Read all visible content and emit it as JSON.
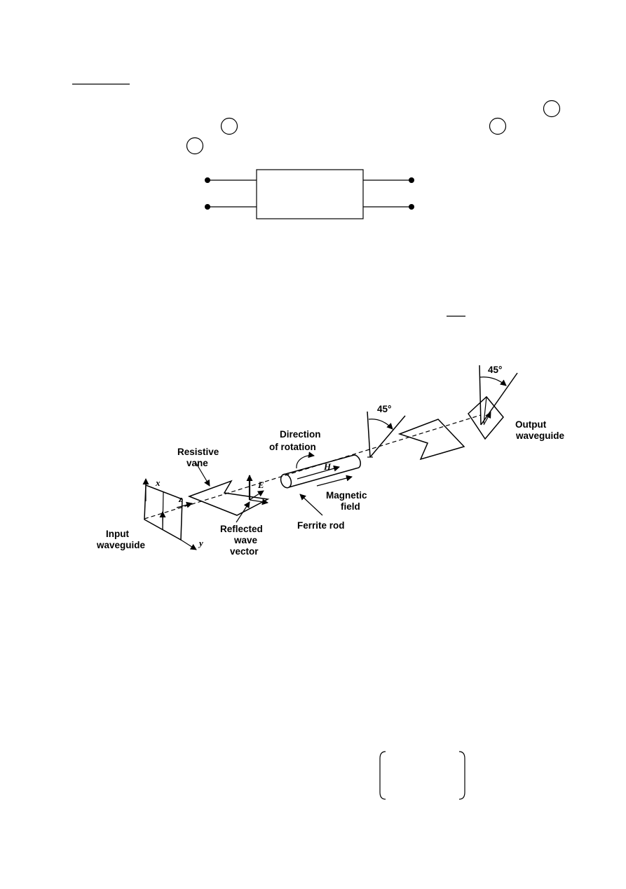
{
  "diagram": {
    "labels": {
      "resistive_vane": [
        "Resistive",
        "vane"
      ],
      "direction_of_rotation": [
        "Direction",
        "of rotation"
      ],
      "h_field": "H",
      "e_field": "E",
      "magnetic_field": [
        "Magnetic",
        "field"
      ],
      "ferrite_rod": "Ferrite rod",
      "reflected_wave_vector": [
        "Reflected",
        "wave",
        "vector"
      ],
      "input_waveguide": [
        "Input",
        "waveguide"
      ],
      "output_waveguide": [
        "Output",
        "waveguide"
      ],
      "angle_middle": "45°",
      "angle_output": "45°",
      "axis_x": "x",
      "axis_y": "y",
      "axis_z": "z"
    }
  }
}
